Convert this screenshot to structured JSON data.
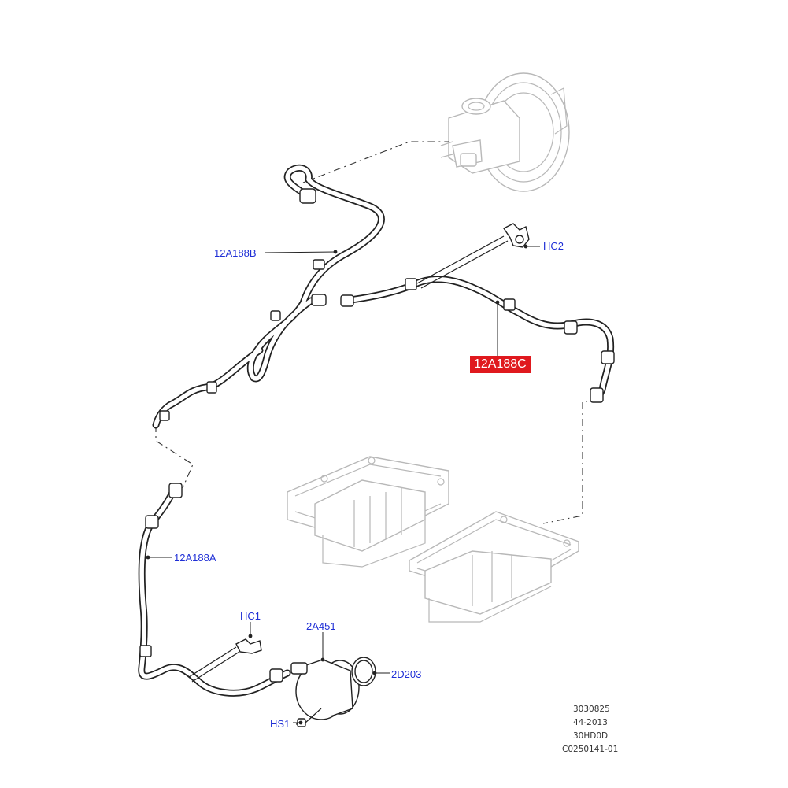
{
  "colors": {
    "label_blue": "#1f2fd6",
    "highlight_red": "#e0191e",
    "line": "#222222",
    "ghost_grey": "#b8b8b8"
  },
  "callouts": {
    "hose_upper": "12A188B",
    "hose_highlight": "12A188C",
    "hose_lower": "12A188A",
    "clip_2": "HC2",
    "clip_1": "HC1",
    "vacuum_pump": "2A451",
    "gasket": "2D203",
    "screw": "HS1"
  },
  "reference": {
    "line1": "3030825",
    "line2": "44-2013",
    "line3": "30HD0D",
    "line4": "C0250141-01"
  }
}
